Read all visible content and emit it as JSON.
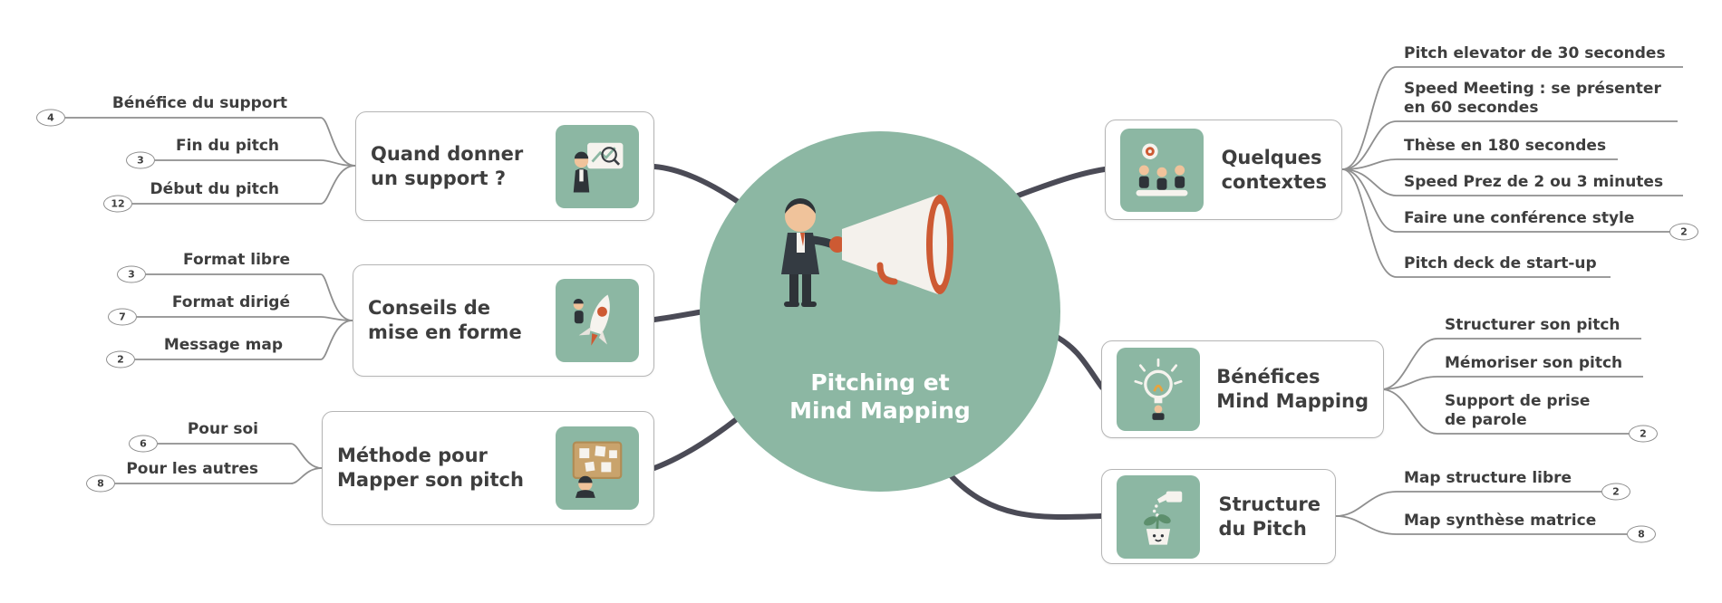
{
  "center": {
    "title": "Pitching et\nMind Mapping"
  },
  "colors": {
    "accent_green": "#8cb7a3",
    "branch_line": "#4b4b56",
    "leaf_line": "#8f8f8f",
    "text": "#3e3e3e",
    "megaphone_orange": "#cd5a33"
  },
  "branches": [
    {
      "name": "quand-donner-un-support",
      "title": "Quand donner\nun support ?",
      "icon": "presentation-icon",
      "leaves": [
        {
          "label": "Bénéfice du support",
          "count": "4"
        },
        {
          "label": "Fin du pitch",
          "count": "3"
        },
        {
          "label": "Début du pitch",
          "count": "12"
        }
      ]
    },
    {
      "name": "conseils-de-mise-en-forme",
      "title": "Conseils de\nmise en forme",
      "icon": "rocket-icon",
      "leaves": [
        {
          "label": "Format libre",
          "count": "3"
        },
        {
          "label": "Format dirigé",
          "count": "7"
        },
        {
          "label": "Message map",
          "count": "2"
        }
      ]
    },
    {
      "name": "methode-pour-mapper-son-pitch",
      "title": "Méthode pour\nMapper son pitch",
      "icon": "pinboard-icon",
      "leaves": [
        {
          "label": "Pour soi",
          "count": "6"
        },
        {
          "label": "Pour les autres",
          "count": "8"
        }
      ]
    },
    {
      "name": "quelques-contextes",
      "title": "Quelques\ncontextes",
      "icon": "meeting-icon",
      "leaves": [
        {
          "label": "Pitch elevator de 30 secondes"
        },
        {
          "label": "Speed Meeting : se présenter\nen 60 secondes"
        },
        {
          "label": "Thèse en 180 secondes"
        },
        {
          "label": "Speed Prez de 2 ou 3 minutes"
        },
        {
          "label": "Faire une conférence style",
          "count": "2"
        },
        {
          "label": "Pitch deck de start-up"
        }
      ]
    },
    {
      "name": "benefices-mind-mapping",
      "title": "Bénéfices\nMind Mapping",
      "icon": "lightbulb-icon",
      "leaves": [
        {
          "label": "Structurer son pitch"
        },
        {
          "label": "Mémoriser son pitch"
        },
        {
          "label": "Support de prise\nde parole",
          "count": "2"
        }
      ]
    },
    {
      "name": "structure-du-pitch",
      "title": "Structure\ndu Pitch",
      "icon": "plant-icon",
      "leaves": [
        {
          "label": "Map structure libre",
          "count": "2"
        },
        {
          "label": "Map synthèse matrice",
          "count": "8"
        }
      ]
    }
  ]
}
